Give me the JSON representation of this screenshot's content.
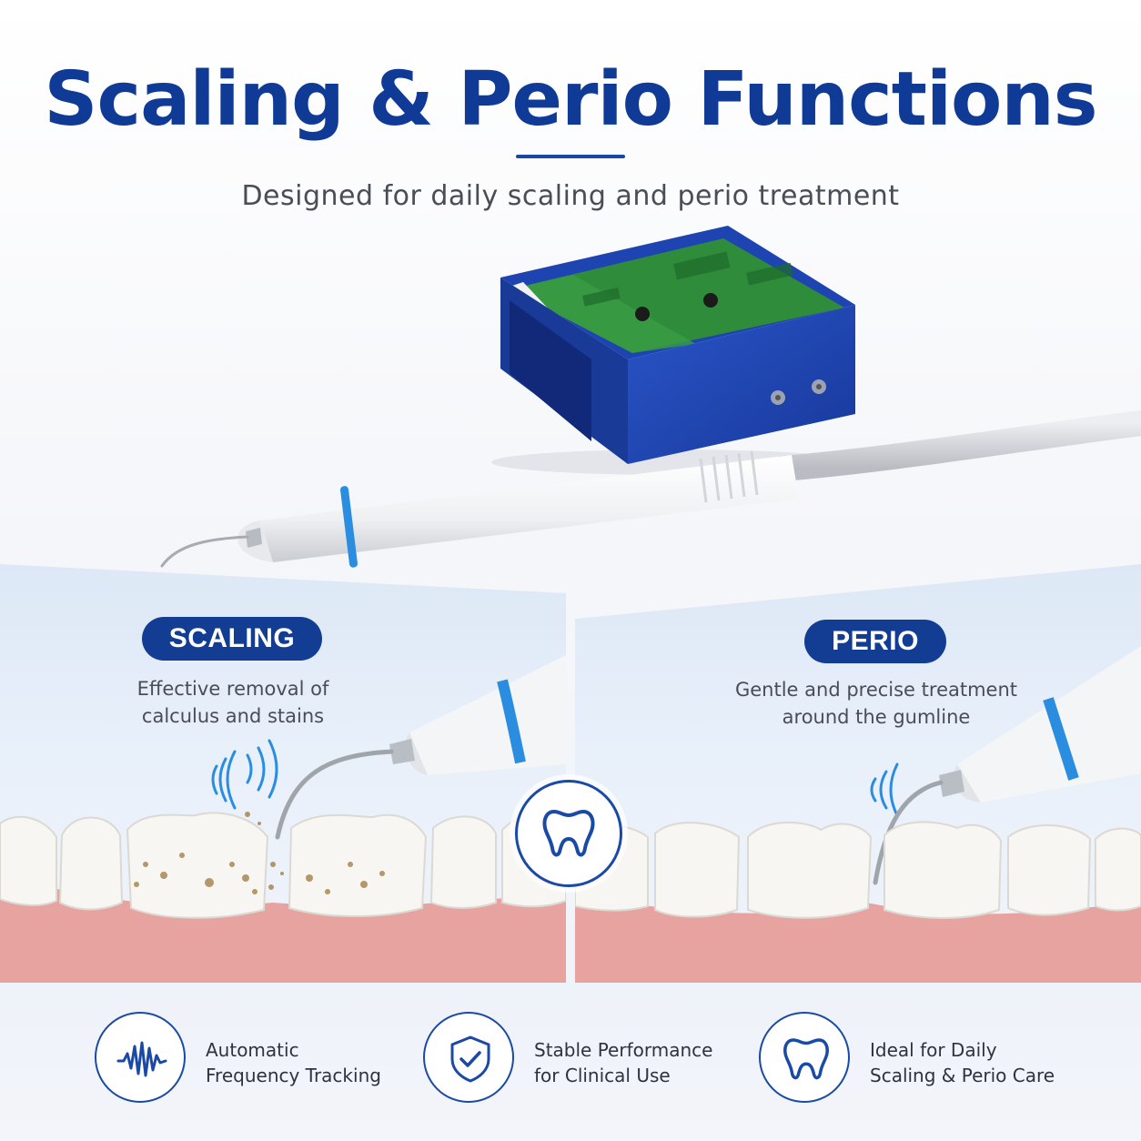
{
  "header": {
    "title": "Scaling & Perio Functions",
    "subtitle": "Designed for daily scaling and perio treatment"
  },
  "panels": {
    "scaling": {
      "label": "SCALING",
      "description_line1": "Effective removal of",
      "description_line2": "calculus and stains"
    },
    "perio": {
      "label": "PERIO",
      "description_line1": "Gentle and precise treatment",
      "description_line2": "around the gumline"
    },
    "center_icon": "tooth-icon"
  },
  "features": [
    {
      "icon": "frequency-wave-icon",
      "line1": "Automatic",
      "line2": "Frequency Tracking"
    },
    {
      "icon": "shield-check-icon",
      "line1": "Stable Performance",
      "line2": "for Clinical Use"
    },
    {
      "icon": "tooth-icon",
      "line1": "Ideal for Daily",
      "line2": "Scaling & Perio Care"
    }
  ],
  "colors": {
    "brand_blue": "#0f3b97",
    "pill_blue": "#123d92",
    "accent_blue": "#2a8de0",
    "module_blue": "#1f45b3",
    "pcb_green": "#2f8f3e",
    "gum_pink": "#e9a6a2",
    "text_gray": "#4a4d57"
  }
}
